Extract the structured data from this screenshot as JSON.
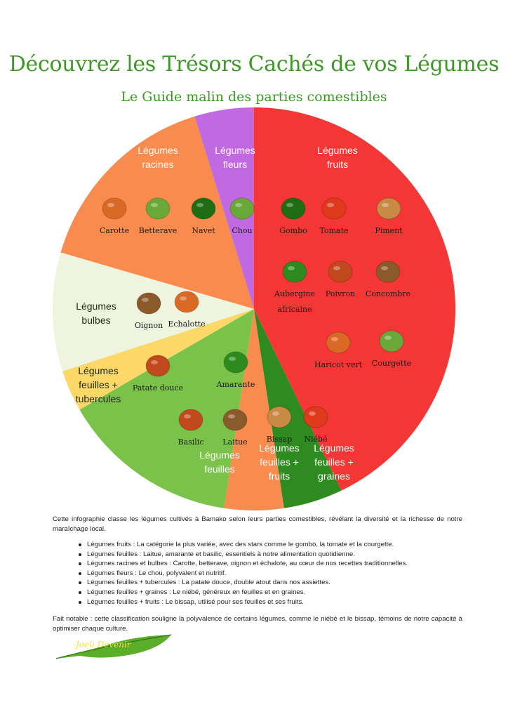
{
  "header": {
    "title": "Découvrez les Trésors Cachés de vos Légumes",
    "subtitle": "Le Guide malin des parties comestibles"
  },
  "chart_data": {
    "type": "pie",
    "title": "Découvrez les Trésors Cachés de vos Légumes",
    "subtitle": "Le Guide malin des parties comestibles",
    "slices": [
      {
        "label": [
          "Légumes",
          "fruits"
        ],
        "value": 9,
        "color": "#f43635",
        "items": [
          "Gombo",
          "Tomate",
          "Piment",
          "Aubergine africaine",
          "Poivron",
          "Concombre",
          "Haricot vert",
          "Courgette"
        ]
      },
      {
        "label": [
          "Légumes",
          "feuilles +",
          "graines"
        ],
        "value": 1,
        "color": "#2e8b1f",
        "items": [
          "Niébé"
        ]
      },
      {
        "label": [
          "Légumes",
          "feuilles +",
          "fruits"
        ],
        "value": 1,
        "color": "#f98b4e",
        "items": [
          "Bissap"
        ]
      },
      {
        "label": [
          "Légumes",
          "feuilles"
        ],
        "value": 3,
        "color": "#7bc24a",
        "items": [
          "Amarante",
          "Basilic",
          "Laitue"
        ]
      },
      {
        "label": [
          "Légumes",
          "feuilles +",
          "tubercules"
        ],
        "value": 0.7,
        "color": "#fcd869",
        "items": [
          "Patate douce"
        ]
      },
      {
        "label": [
          "Légumes",
          "bulbes"
        ],
        "value": 2,
        "color": "#eff4df",
        "items": [
          "Oignon",
          "Echalotte"
        ]
      },
      {
        "label": [
          "Légumes",
          "racines"
        ],
        "value": 3.3,
        "color": "#f98b4e",
        "items": [
          "Carotte",
          "Betterave",
          "Navet"
        ]
      },
      {
        "label": [
          "Légumes",
          "fleurs"
        ],
        "value": 1,
        "color": "#c169e0",
        "items": [
          "Chou"
        ]
      }
    ]
  },
  "description": {
    "intro": "Cette infographie classe les légumes cultivés à Bamako selon leurs parties comestibles, révélant la diversité et la richesse de notre maraîchage local.",
    "bullets": [
      "Légumes fruits : La catégorie la plus variée, avec des stars comme le gombo, la tomate et la courgette.",
      "Légumes feuilles : Laitue, amarante et basilic, essentiels à notre alimentation quotidienne.",
      "Légumes racines et bulbes : Carotte, betterave, oignon et échalote, au cœur de nos recettes traditionnelles.",
      "Légumes fleurs : Le chou, polyvalent et nutritif.",
      "Légumes feuilles + tubercules : La patate douce, double atout dans nos assiettes.",
      "Légumes feuilles + graines : Le niébé, généreux en feuilles et en graines.",
      "Légumes feuilles + fruits : Le bissap, utilisé pour ses feuilles et ses fruits."
    ],
    "note": "Fait notable : cette classification souligne la polyvalence de certains légumes, comme le niébé et le bissap, témoins de notre capacité à optimiser chaque culture."
  },
  "logo": {
    "text": "Joeli Devenir",
    "color": "#4c9a1a"
  }
}
